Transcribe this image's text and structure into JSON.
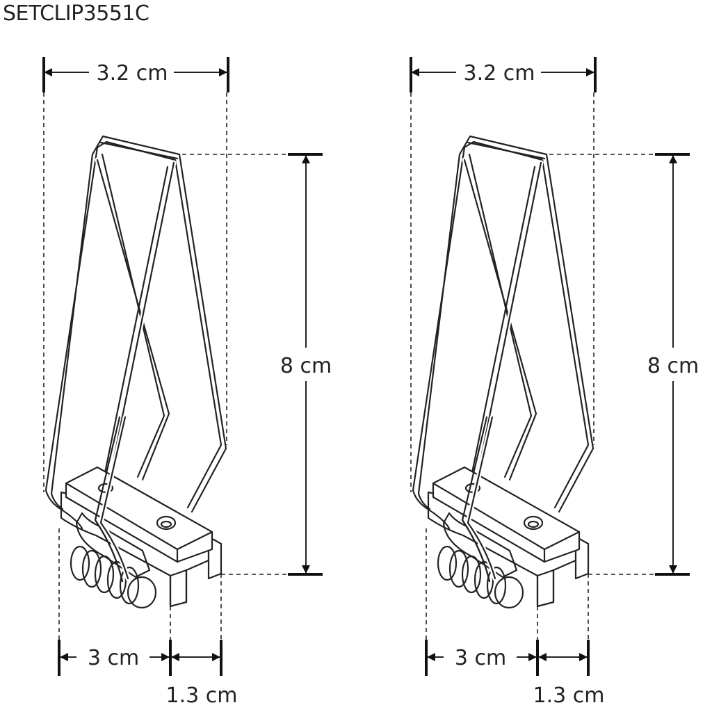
{
  "title": "SETCLIP3551C",
  "figures": [
    {
      "width_label": "3.2 cm",
      "height_label": "8 cm",
      "base_label": "3 cm",
      "offset_label": "1.3 cm"
    },
    {
      "width_label": "3.2 cm",
      "height_label": "8 cm",
      "base_label": "3 cm",
      "offset_label": "1.3 cm"
    }
  ]
}
